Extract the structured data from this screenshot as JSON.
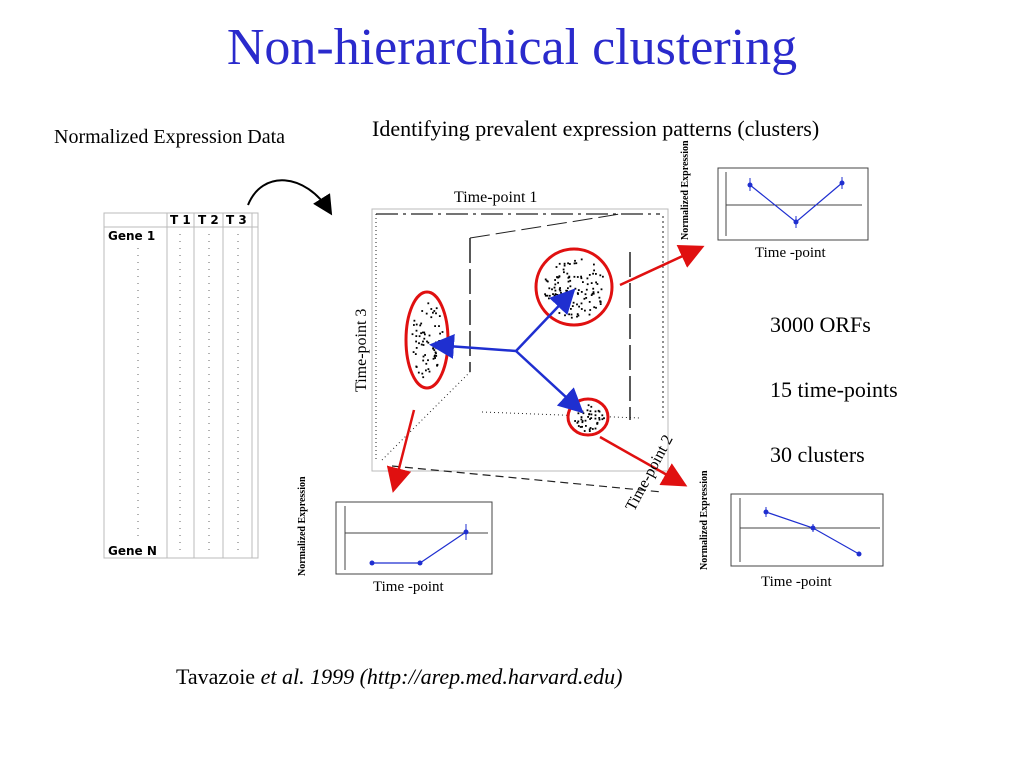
{
  "title": "Non-hierarchical clustering",
  "left_caption": "Normalized Expression Data",
  "right_caption": "Identifying prevalent expression patterns (clusters)",
  "table": {
    "headers": [
      "T 1",
      "T 2",
      "T 3"
    ],
    "first_row": "Gene 1",
    "last_row": "Gene N"
  },
  "cube": {
    "axis_top": "Time-point 1",
    "axis_left": "Time-point 3",
    "axis_diagonal": "Time-point 2"
  },
  "mini_plots": {
    "ylabel": "Normalized Expression",
    "xlabel": "Time -point"
  },
  "stats": [
    "3000 ORFs",
    "15 time-points",
    "30 clusters"
  ],
  "citation": {
    "author": "Tavazoie",
    "rest": "et al. 1999 (http://arep.med.harvard.edu)"
  },
  "colors": {
    "title": "#2a2acc",
    "ellipse": "#e01010",
    "vector": "#1f2fd0",
    "pointer": "#e01010"
  }
}
